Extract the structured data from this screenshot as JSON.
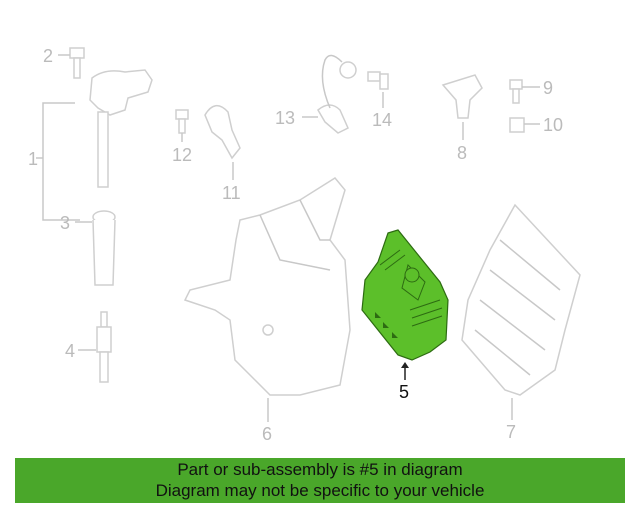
{
  "diagram": {
    "callouts": [
      {
        "id": "1",
        "label": "1"
      },
      {
        "id": "2",
        "label": "2"
      },
      {
        "id": "3",
        "label": "3"
      },
      {
        "id": "4",
        "label": "4"
      },
      {
        "id": "5",
        "label": "5"
      },
      {
        "id": "6",
        "label": "6"
      },
      {
        "id": "7",
        "label": "7"
      },
      {
        "id": "8",
        "label": "8"
      },
      {
        "id": "9",
        "label": "9"
      },
      {
        "id": "10",
        "label": "10"
      },
      {
        "id": "11",
        "label": "11"
      },
      {
        "id": "12",
        "label": "12"
      },
      {
        "id": "13",
        "label": "13"
      },
      {
        "id": "14",
        "label": "14"
      }
    ],
    "highlighted_part": "5",
    "highlight_color": "#5cbf2a"
  },
  "banner": {
    "line1": "Part or sub-assembly is #5 in diagram",
    "line2": "Diagram may not be specific to your vehicle",
    "color": "#4aa72a"
  }
}
